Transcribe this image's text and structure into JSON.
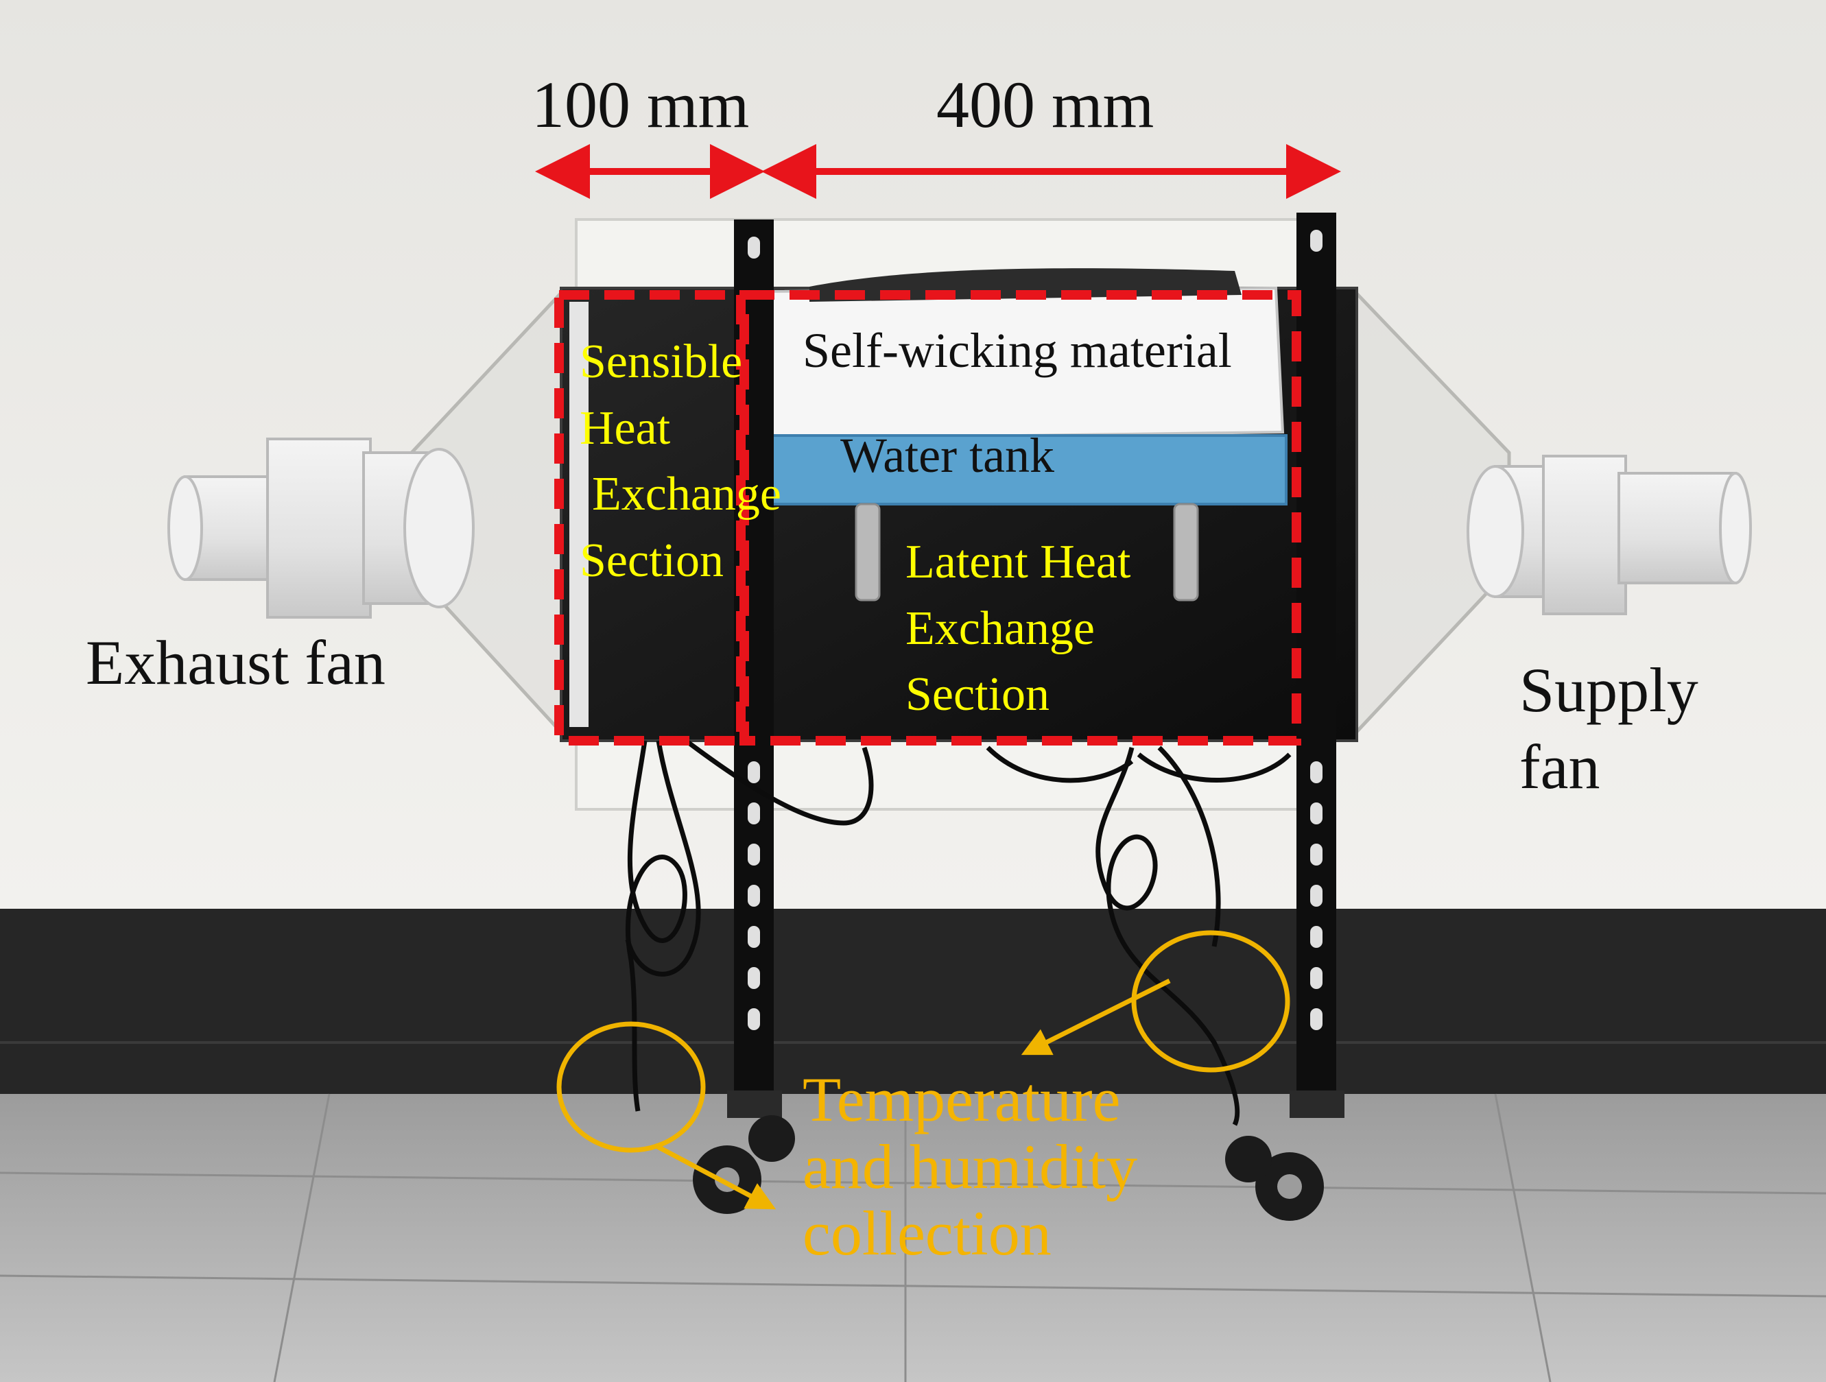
{
  "labels": {
    "dim_left": "100 mm",
    "dim_right": "400 mm",
    "exhaust_fan": "Exhaust fan",
    "supply_fan": [
      "Supply",
      "fan"
    ],
    "sensible_section": [
      "Sensible",
      "Heat",
      "Exchange",
      "Section"
    ],
    "self_wicking": "Self-wicking material",
    "water_tank": "Water tank",
    "latent_section": [
      "Latent Heat",
      "Exchange",
      "Section"
    ],
    "sensor_note": [
      "Temperature",
      "and humidity",
      "collection"
    ]
  },
  "colors": {
    "wall": "#ecebe7",
    "baseboard": "#222222",
    "floor": "#b4b4b4",
    "device_panel": "#161616",
    "frame": "#0e0e0e",
    "fan_body": "#e8e8e8",
    "foam": "#5aa2cf",
    "wicking": "#f7f7f7",
    "dashed_box": "#e8141b",
    "dimension_arrow": "#e8141b",
    "callout": "#f0b400",
    "section_text": "#ffff00"
  }
}
